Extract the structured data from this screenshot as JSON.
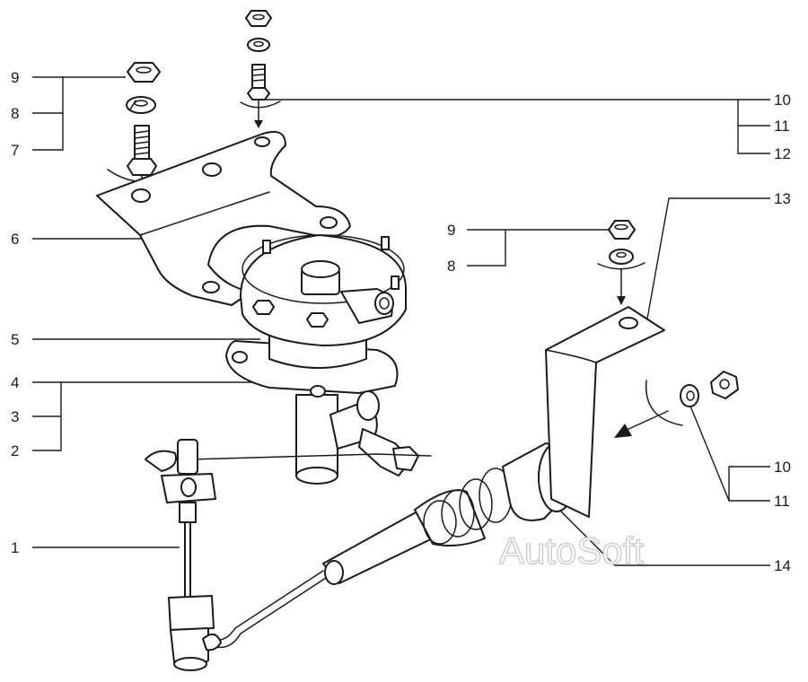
{
  "callouts": {
    "left_9": "9",
    "left_8": "8",
    "left_7": "7",
    "left_6": "6",
    "left_5": "5",
    "left_4": "4",
    "left_3": "3",
    "left_2": "2",
    "left_1": "1",
    "top_right_10": "10",
    "top_right_11": "11",
    "top_right_12": "12",
    "right_13": "13",
    "mid_9": "9",
    "mid_8": "8",
    "lower_right_10": "10",
    "lower_right_11": "11",
    "right_14": "14"
  },
  "watermark": "AutoSoft"
}
